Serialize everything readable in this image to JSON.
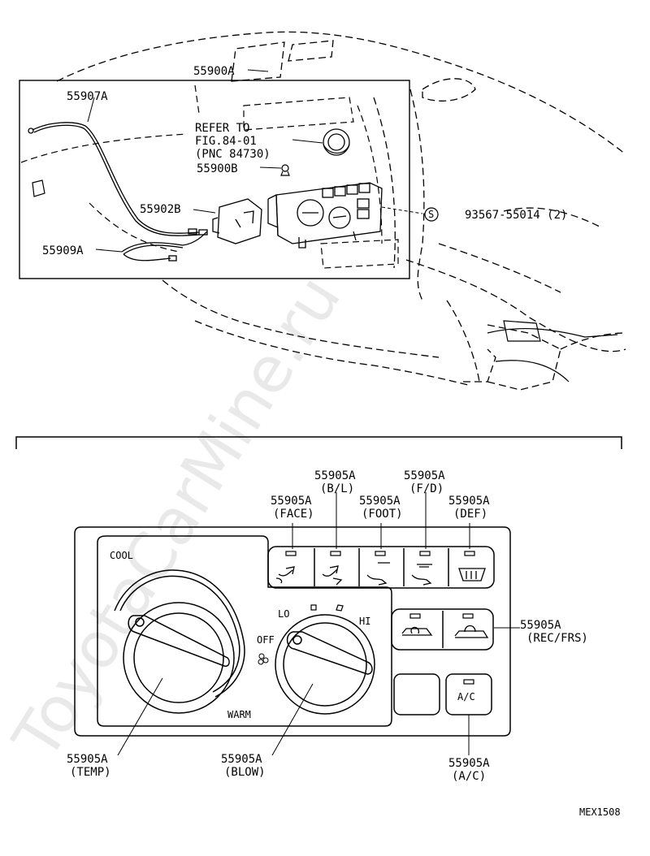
{
  "watermark": "ToyotaCarMine.ru",
  "top": {
    "assembly": "55900A",
    "cable_1": "55907A",
    "cable_2": "55909A",
    "unit": "55902B",
    "bulb": "55900B",
    "refer_1": "REFER TO",
    "refer_2": "FIG.84-01",
    "refer_3": "(PNC 84730)",
    "screw_symbol": "S",
    "screw": "93567-55014 (2)"
  },
  "bottom": {
    "face": {
      "part": "55905A",
      "name": "(FACE)"
    },
    "bl": {
      "part": "55905A",
      "name": "(B/L)"
    },
    "foot": {
      "part": "55905A",
      "name": "(FOOT)"
    },
    "fd": {
      "part": "55905A",
      "name": "(F/D)"
    },
    "def": {
      "part": "55905A",
      "name": "(DEF)"
    },
    "recfrs": {
      "part": "55905A",
      "name": "(REC/FRS)"
    },
    "ac": {
      "part": "55905A",
      "name": "(A/C)"
    },
    "temp": {
      "part": "55905A",
      "name": "(TEMP)"
    },
    "blow": {
      "part": "55905A",
      "name": "(BLOW)"
    },
    "cool": "COOL",
    "warm": "WARM",
    "lo": "LO",
    "hi": "HI",
    "off": "OFF",
    "ac_btn": "A/C"
  },
  "code": "MEX1508"
}
